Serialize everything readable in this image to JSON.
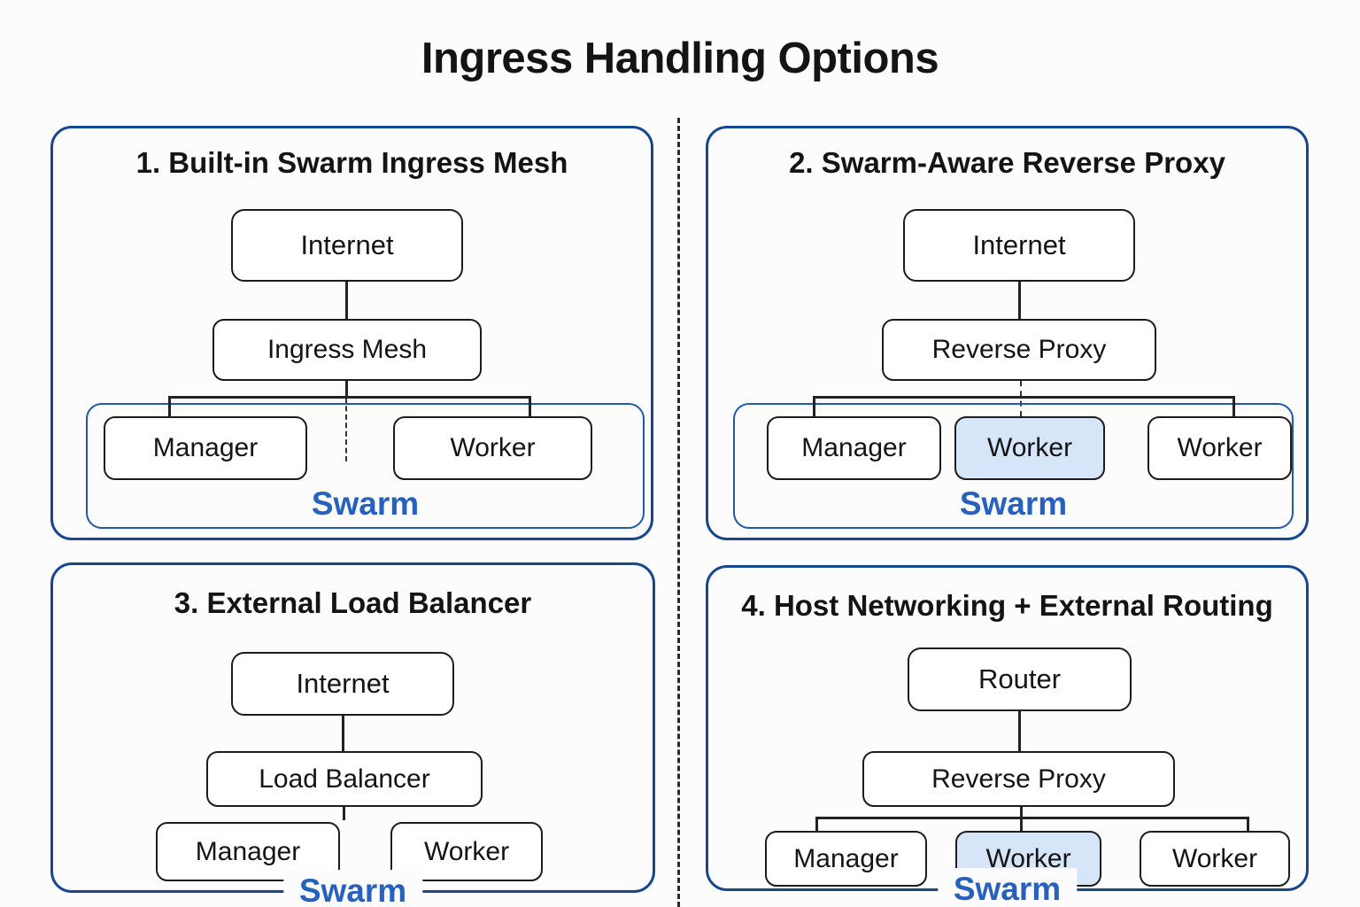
{
  "page": {
    "title": "Ingress Handling Options"
  },
  "colors": {
    "panel_border": "#17478e",
    "swarm_border": "#2058ab",
    "swarm_label": "#2761bd",
    "node_border": "#1c1c1c",
    "highlight_fill": "#d7e5f8",
    "connector": "#222222",
    "background": "#fcfcfc",
    "text": "#141414"
  },
  "panels": [
    {
      "heading": "1. Built-in Swarm Ingress Mesh",
      "top_node": "Internet",
      "mid_node": "Ingress Mesh",
      "swarm_label": "Swarm",
      "cluster": [
        {
          "label": "Manager",
          "highlighted": false
        },
        {
          "label": "Worker",
          "highlighted": false
        }
      ]
    },
    {
      "heading": "2. Swarm-Aware Reverse Proxy",
      "top_node": "Internet",
      "mid_node": "Reverse Proxy",
      "swarm_label": "Swarm",
      "cluster": [
        {
          "label": "Manager",
          "highlighted": false
        },
        {
          "label": "Worker",
          "highlighted": true
        },
        {
          "label": "Worker",
          "highlighted": false
        }
      ]
    },
    {
      "heading": "3. External Load Balancer",
      "top_node": "Internet",
      "mid_node": "Load Balancer",
      "swarm_label": "Swarm",
      "cluster": [
        {
          "label": "Manager",
          "highlighted": false
        },
        {
          "label": "Worker",
          "highlighted": false
        }
      ]
    },
    {
      "heading": "4. Host Networking + External Routing",
      "top_node": "Router",
      "mid_node": "Reverse Proxy",
      "swarm_label": "Swarm",
      "cluster": [
        {
          "label": "Manager",
          "highlighted": false
        },
        {
          "label": "Worker",
          "highlighted": true
        },
        {
          "label": "Worker",
          "highlighted": false
        }
      ]
    }
  ]
}
